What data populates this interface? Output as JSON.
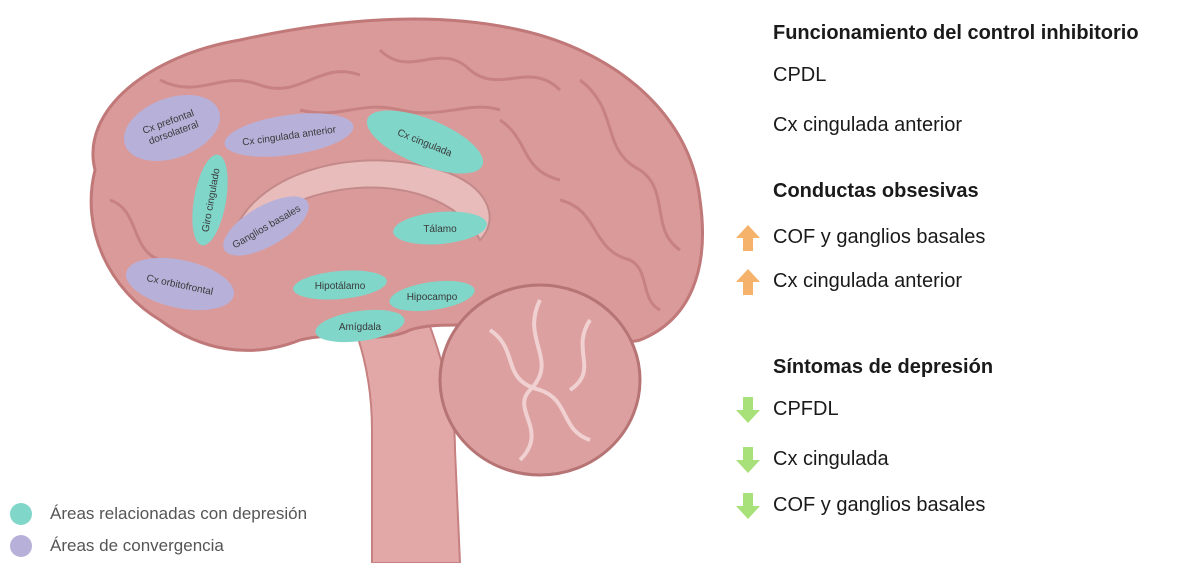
{
  "colors": {
    "depression": "#7fd6c9",
    "convergence": "#b7b0d9",
    "arrow_up": "#f5b26b",
    "arrow_down": "#a8e07a",
    "brain": "#d99696"
  },
  "regions": {
    "prefrontal": "Cx prefontal\ndorsolateral",
    "cing_ant": "Cx cingulada anterior",
    "cingulada": "Cx cingulada",
    "giro": "Giro cingulado",
    "ganglios": "Ganglios basales",
    "talamo": "Tálamo",
    "orbito": "Cx orbitofrontal",
    "hipotalamo": "Hipotálamo",
    "hipocampo": "Hipocampo",
    "amigdala": "Amígdala"
  },
  "legend": {
    "depression": "Áreas relacionadas con depresión",
    "convergence": "Áreas de convergencia"
  },
  "panel": {
    "h1": "Funcionamiento del control inhibitorio",
    "h1_items": [
      "CPDL",
      "Cx cingulada anterior"
    ],
    "h2": "Conductas obsesivas",
    "h2_items": [
      "COF y ganglios basales",
      "Cx cingulada anterior"
    ],
    "h3": "Síntomas de depresión",
    "h3_items": [
      "CPFDL",
      "Cx cingulada",
      "COF y ganglios basales"
    ]
  }
}
